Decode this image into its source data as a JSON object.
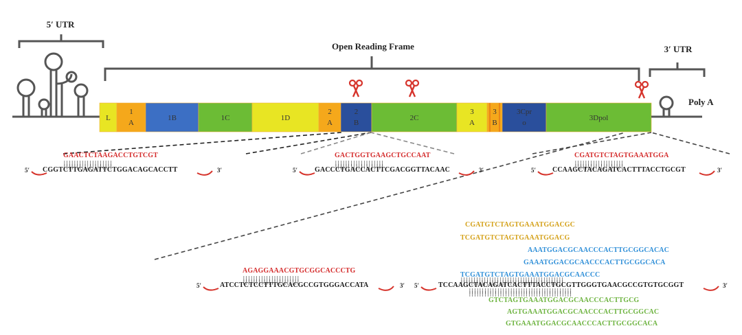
{
  "labels": {
    "utr5": "5′ UTR",
    "orf": "Open Reading Frame",
    "utr3": "3′ UTR",
    "polyA": "Poly A"
  },
  "segments": [
    {
      "id": "L",
      "lines": [
        "L"
      ],
      "color": "#e8e523",
      "textColor": "#333"
    },
    {
      "id": "1A",
      "lines": [
        "1",
        "A"
      ],
      "color": "#f5a81b",
      "textColor": "#333"
    },
    {
      "id": "1B",
      "lines": [
        "1B"
      ],
      "color": "#3c6fc4",
      "textColor": "#223"
    },
    {
      "id": "1C",
      "lines": [
        "1C"
      ],
      "color": "#6cbc35",
      "textColor": "#223"
    },
    {
      "id": "1D",
      "lines": [
        "1D"
      ],
      "color": "#e8e523",
      "textColor": "#333"
    },
    {
      "id": "2A",
      "lines": [
        "2",
        "A"
      ],
      "color": "#f5a81b",
      "textColor": "#333"
    },
    {
      "id": "2B",
      "lines": [
        "2",
        "B"
      ],
      "color": "#2a4f9c",
      "textColor": "#112"
    },
    {
      "id": "2C",
      "lines": [
        "2C"
      ],
      "color": "#6cbc35",
      "textColor": "#223"
    },
    {
      "id": "3A",
      "lines": [
        "3",
        "A"
      ],
      "color": "#e8e523",
      "textColor": "#333"
    },
    {
      "id": "3B",
      "lines": [
        "3",
        "B"
      ],
      "color": "#f5a81b",
      "textColor": "#333"
    },
    {
      "id": "3Cpro",
      "lines": [
        "3Cpr",
        "o"
      ],
      "color": "#2a4f9c",
      "textColor": "#112"
    },
    {
      "id": "3Dpol",
      "lines": [
        "3Dpol"
      ],
      "color": "#6cbc35",
      "textColor": "#223"
    }
  ],
  "duplexes": {
    "d1": {
      "guide": "GAACTCTAAGACCTGTCGT",
      "target": "CGGTCTTGAGATTCTGGACAGCACCTT",
      "ticks": "| | | | | | | | | | | | | | | | | | |"
    },
    "d2": {
      "guide": "GACTGGTGAAGCTGCCAAT",
      "target": "GACCCTGACCACTTCGACGGTTACAAC",
      "ticks": "| | | | | | | | | | | | | | | | | | |"
    },
    "d3": {
      "guide": "CGATGTCTAGTGAAATGGA",
      "target": "CCAAGCTACAGATCACTTTACCTGCGT",
      "ticks": "| | | | | | | | | | | | | | | | | | |"
    },
    "d4": {
      "guide": "AGAGGAAACGTGCGGCACCCTG",
      "target": "ATCCTCTCCTTTGCACGCCGTGGGACCATA",
      "ticks": "| | | | | | | | | | | | | | | | | | | | | |"
    },
    "d5": {
      "target": "TCCAAGCTACAGATCACTTTACCTGCGTTGGGTGAACGCCGTGTGCGGT",
      "upper": [
        {
          "seq": "CGATGTCTAGTGAAATGGACGC",
          "color": "#d4a017"
        },
        {
          "seq": "TCGATGTCTAGTGAAATGGACG",
          "color": "#d4a017"
        },
        {
          "seq": "AAATGGACGCAACCCACTTGCGGCACAC",
          "color": "#2f8fd8"
        },
        {
          "seq": "GAAATGGACGCAACCCACTTGCGGCACA",
          "color": "#2f8fd8"
        },
        {
          "seq": "TCGATGTCTAGTGAAATGGACGCAACCC",
          "color": "#2f8fd8"
        }
      ],
      "lower": [
        {
          "seq": "GTCTAGTGAAATGGACGCAACCCACTTGCG",
          "color": "#6cb33e"
        },
        {
          "seq": "AGTGAAATGGACGCAACCCACTTGCGGCAC",
          "color": "#6cb33e"
        },
        {
          "seq": "GTGAAATGGACGCAACCCACTTGCGGCACA",
          "color": "#6cb33e"
        }
      ],
      "ticks": "| | | | | | | | | | | | | | | | | | | | | | | | | | | | | | | | | | | | | | | |"
    }
  },
  "ends": {
    "five": "5′",
    "three": "3′"
  },
  "colors": {
    "guide": "#d42a2a",
    "target": "#1a1a1a",
    "scissors": "#d6342c",
    "outline": "#555555"
  }
}
